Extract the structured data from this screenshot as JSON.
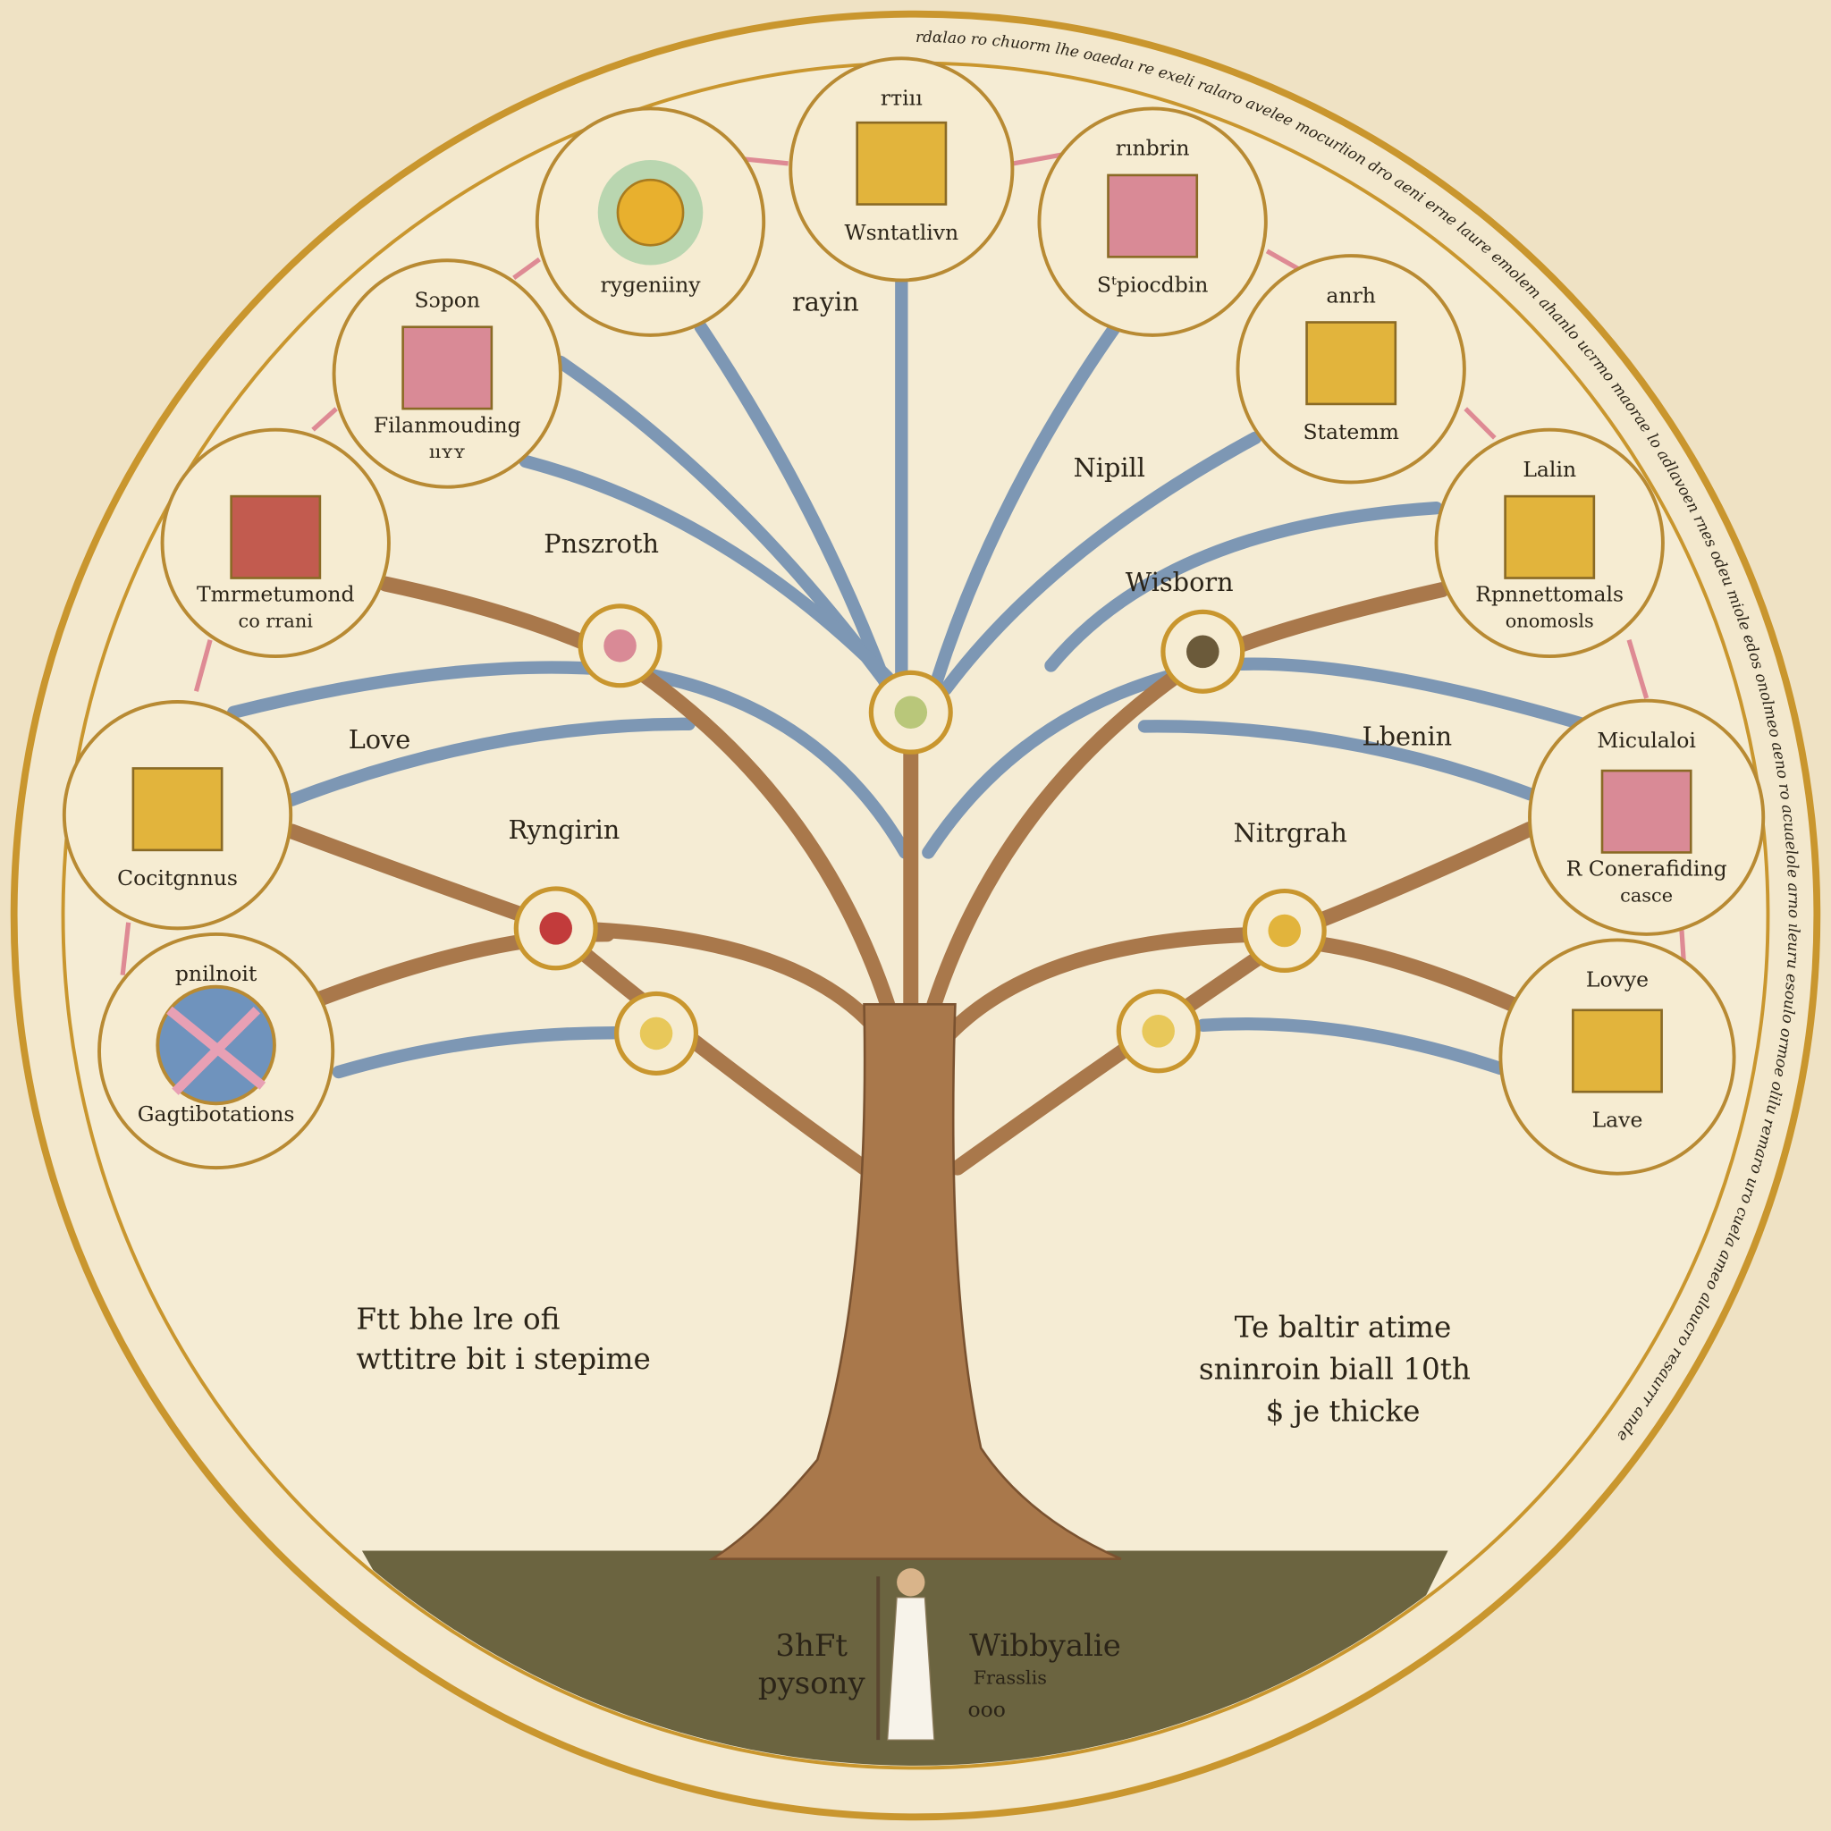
{
  "title": "Tree diagram manuscript",
  "colors": {
    "parchment": "#efe2c4",
    "gold": "#c9962e",
    "blue_branch": "#7d97b4",
    "brown_branch": "#a9784b",
    "ground": "#6b6440",
    "arrow": "#de8a94"
  },
  "ring_text": "rdɑlao ro chuorm lhe oaedaı re exeli ralaro avelee mocurlion dro aeni erne laure emolem ahanlo ucrmo maorae lo adlavoen rnes odeu miole edos onolmeo aeno ro acuaelole arno ıleuru esoulo ormoe olilu remaro uro cuela ameo aloucro resaurrr ande",
  "medallions": [
    {
      "title": "rтiıı",
      "label": "Wsntatlivn",
      "icon": "golden-square-icon"
    },
    {
      "title": "",
      "label": "ryɡeniiny",
      "icon": "sun-flower-icon"
    },
    {
      "title": "rınbrin",
      "label": "Sᵗpiocdbin",
      "icon": "winged-figure-icon"
    },
    {
      "title": "Sɔpon",
      "label": "Filanmouding",
      "label2": "ııʏʏ",
      "icon": "angel-figure-icon"
    },
    {
      "title": "anrh",
      "label": "Statemm",
      "icon": "temple-icon"
    },
    {
      "title": "",
      "label": "Tmrmetumond",
      "label2": "co rrani",
      "icon": "crossed-staffs-icon"
    },
    {
      "title": "Lalin",
      "label": "Rpnnettomals",
      "label2": "onomosls",
      "icon": "seated-king-icon"
    },
    {
      "title": "",
      "label": "Cocitgnnus",
      "icon": "church-icon"
    },
    {
      "title": "Miculaloi",
      "label": "R Conerafiding",
      "label2": "casce",
      "icon": "chapel-icon"
    },
    {
      "title": "pnilnoit",
      "label": "Gagtibotations",
      "icon": "dove-icon"
    },
    {
      "title": "Lovye",
      "label": "Lave",
      "icon": "winged-cross-icon"
    }
  ],
  "branch_labels": [
    "rayin",
    "Nipill",
    "Pnszroth",
    "Wisborn",
    "Love",
    "Lbenin",
    "Ryngirin",
    "Nitrgrah"
  ],
  "left_text": [
    "Ftt bhe lre ofi",
    "wttitre bit i stepime"
  ],
  "right_text": [
    "Te baltir atime",
    "sninroin biall 10th",
    "$ je thicke"
  ],
  "ground_text": {
    "left": [
      "3hFt",
      "pysony"
    ],
    "right": [
      "Wibbyalie",
      "Frasslis",
      "ooo"
    ]
  }
}
